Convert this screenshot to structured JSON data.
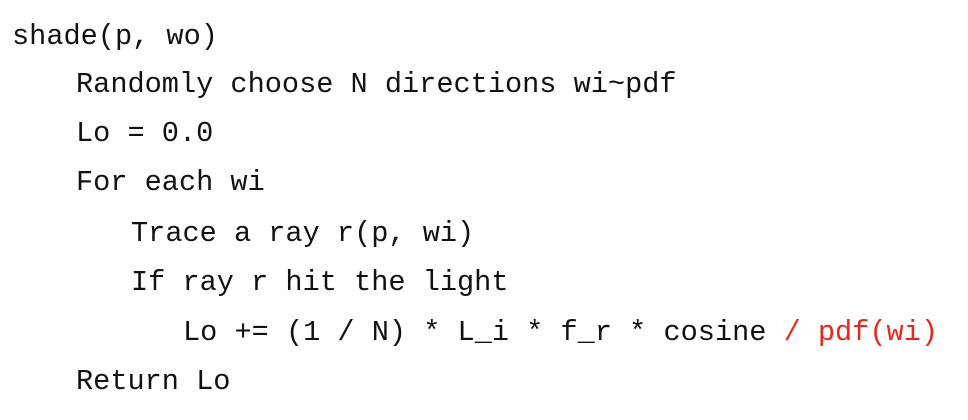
{
  "code": {
    "lines": [
      {
        "text": "shade(p, wo)"
      },
      {
        "text": "Randomly choose N directions wi~pdf"
      },
      {
        "text": "Lo = 0.0"
      },
      {
        "text": "For each wi"
      },
      {
        "text": "Trace a ray r(p, wi)"
      },
      {
        "text": "If ray r hit the light"
      },
      {
        "text": "Lo += (1 / N) * L_i * f_r * cosine ",
        "highlight": "/ pdf(wi)"
      },
      {
        "text": "Return Lo"
      }
    ]
  },
  "colors": {
    "text": "#111111",
    "highlight": "#e8281c",
    "background": "#ffffff"
  }
}
